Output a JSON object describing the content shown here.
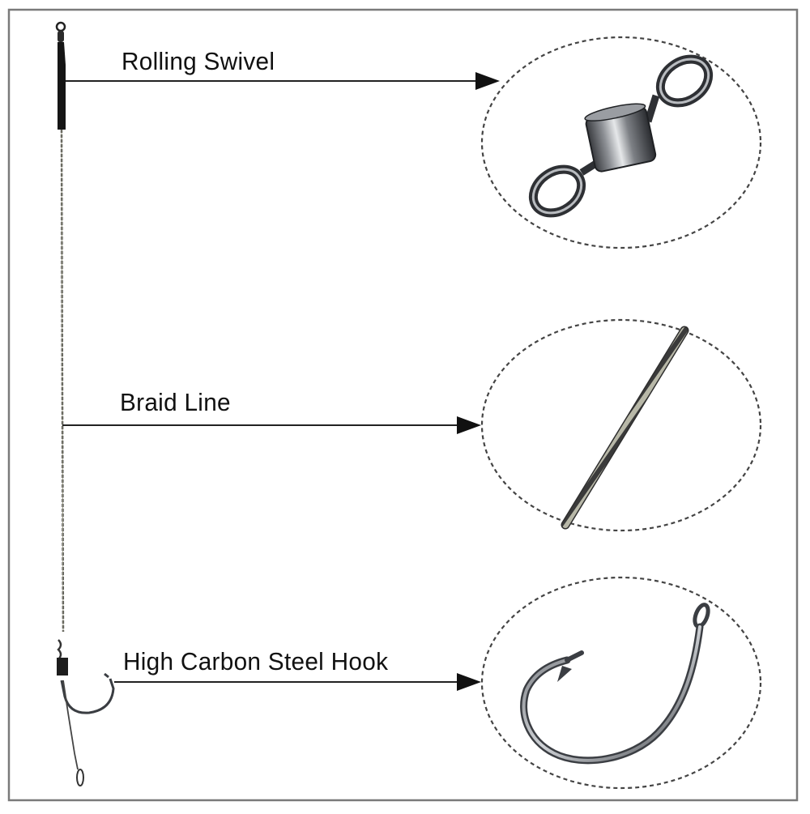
{
  "diagram": {
    "labels": {
      "rolling_swivel": "Rolling Swivel",
      "braid_line": "Braid Line",
      "hook": "High Carbon Steel Hook"
    },
    "colors": {
      "frame": "#7a7a7a",
      "leader_line": "#222222",
      "braid_dark": "#3a3a3a",
      "braid_light": "#b8b8a8",
      "metal_dark": "#2e3034",
      "metal_light": "#c9ccd0",
      "callout_circle": "#444444"
    },
    "icons": {
      "swivel": "rolling-swivel-icon",
      "braid": "braided-line-icon",
      "hook": "fishing-hook-icon"
    }
  }
}
